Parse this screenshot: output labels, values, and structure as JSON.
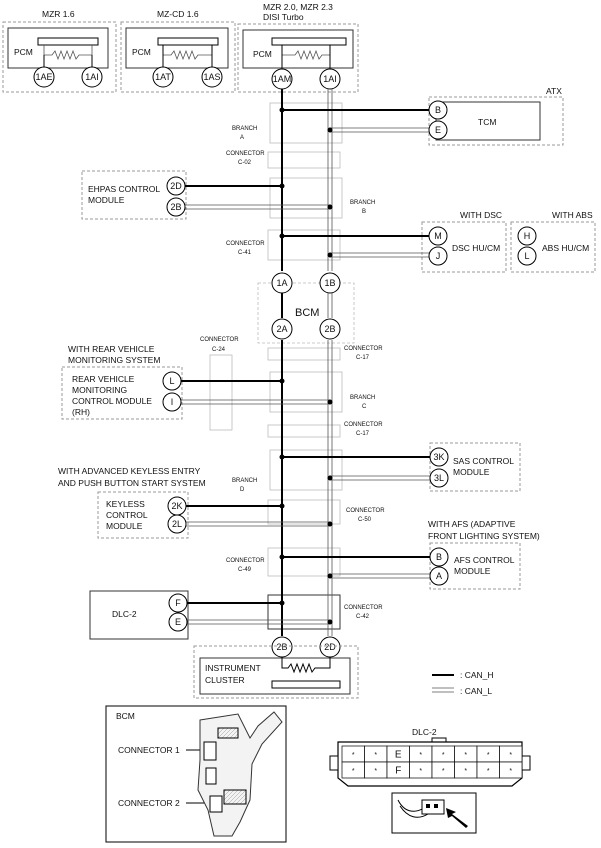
{
  "pcm_variants": [
    {
      "engine": "MZR 1.6",
      "name": "PCM",
      "pin_h": "1AE",
      "pin_l": "1AI"
    },
    {
      "engine": "MZ-CD 1.6",
      "name": "PCM",
      "pin_h": "1AT",
      "pin_l": "1AS"
    },
    {
      "engine_line1": "MZR 2.0, MZR 2.3",
      "engine_line2": "DISI Turbo",
      "name": "PCM",
      "pin_h": "1AM",
      "pin_l": "1AI"
    }
  ],
  "tcm": {
    "condition": "ATX",
    "name": "TCM",
    "pin_h": "B",
    "pin_l": "E"
  },
  "branch_a": {
    "line1": "BRANCH",
    "line2": "A"
  },
  "connector_c02": {
    "line1": "CONNECTOR",
    "line2": "C-02"
  },
  "ehpas": {
    "line1": "EHPAS CONTROL",
    "line2": "MODULE",
    "pin_h": "2D",
    "pin_l": "2B"
  },
  "branch_b": {
    "line1": "BRANCH",
    "line2": "B"
  },
  "dsc": {
    "condition": "WITH DSC",
    "name": "DSC HU/CM",
    "pin_h": "M",
    "pin_l": "J"
  },
  "abs": {
    "condition": "WITH ABS",
    "name": "ABS HU/CM",
    "pin_h": "H",
    "pin_l": "L"
  },
  "connector_c41": {
    "line1": "CONNECTOR",
    "line2": "C-41"
  },
  "bcm": {
    "name": "BCM",
    "pin_1a": "1A",
    "pin_1b": "1B",
    "pin_2a": "2A",
    "pin_2b": "2B"
  },
  "connector_c24": {
    "line1": "CONNECTOR",
    "line2": "C-24"
  },
  "connector_c17a": {
    "line1": "CONNECTOR",
    "line2": "C-17"
  },
  "rvm": {
    "cond1": "WITH REAR VEHICLE",
    "cond2": "MONITORING SYSTEM",
    "line1": "REAR VEHICLE",
    "line2": "MONITORING",
    "line3": "CONTROL MODULE",
    "line4": "(RH)",
    "pin_h": "L",
    "pin_l": "I"
  },
  "branch_c": {
    "line1": "BRANCH",
    "line2": "C"
  },
  "connector_c17b": {
    "line1": "CONNECTOR",
    "line2": "C-17"
  },
  "sas": {
    "line1": "SAS CONTROL",
    "line2": "MODULE",
    "pin_h": "3K",
    "pin_l": "3L"
  },
  "keyless": {
    "cond1": "WITH ADVANCED KEYLESS ENTRY",
    "cond2": "AND PUSH BUTTON START SYSTEM",
    "line1": "KEYLESS",
    "line2": "CONTROL",
    "line3": "MODULE",
    "pin_h": "2K",
    "pin_l": "2L"
  },
  "branch_d": {
    "line1": "BRANCH",
    "line2": "D"
  },
  "connector_c50": {
    "line1": "CONNECTOR",
    "line2": "C-50"
  },
  "afs": {
    "cond1": "WITH AFS (ADAPTIVE",
    "cond2": "FRONT LIGHTING SYSTEM)",
    "line1": "AFS CONTROL",
    "line2": "MODULE",
    "pin_h": "B",
    "pin_l": "A"
  },
  "connector_c49": {
    "line1": "CONNECTOR",
    "line2": "C-49"
  },
  "dlc2": {
    "name": "DLC-2",
    "pin_h": "F",
    "pin_l": "E"
  },
  "connector_c42": {
    "line1": "CONNECTOR",
    "line2": "C-42"
  },
  "cluster": {
    "line1": "INSTRUMENT",
    "line2": "CLUSTER",
    "pin_h": "2B",
    "pin_l": "2D"
  },
  "legend": {
    "can_h": ": CAN_H",
    "can_l": ": CAN_L"
  },
  "bcm_detail": {
    "title": "BCM",
    "connector1": "CONNECTOR 1",
    "connector2": "CONNECTOR 2"
  },
  "dlc_detail": {
    "title": "DLC-2",
    "row1": [
      "*",
      "*",
      "E",
      "*",
      "*",
      "*",
      "*",
      "*"
    ],
    "row2": [
      "*",
      "*",
      "F",
      "*",
      "*",
      "*",
      "*",
      "*"
    ]
  }
}
